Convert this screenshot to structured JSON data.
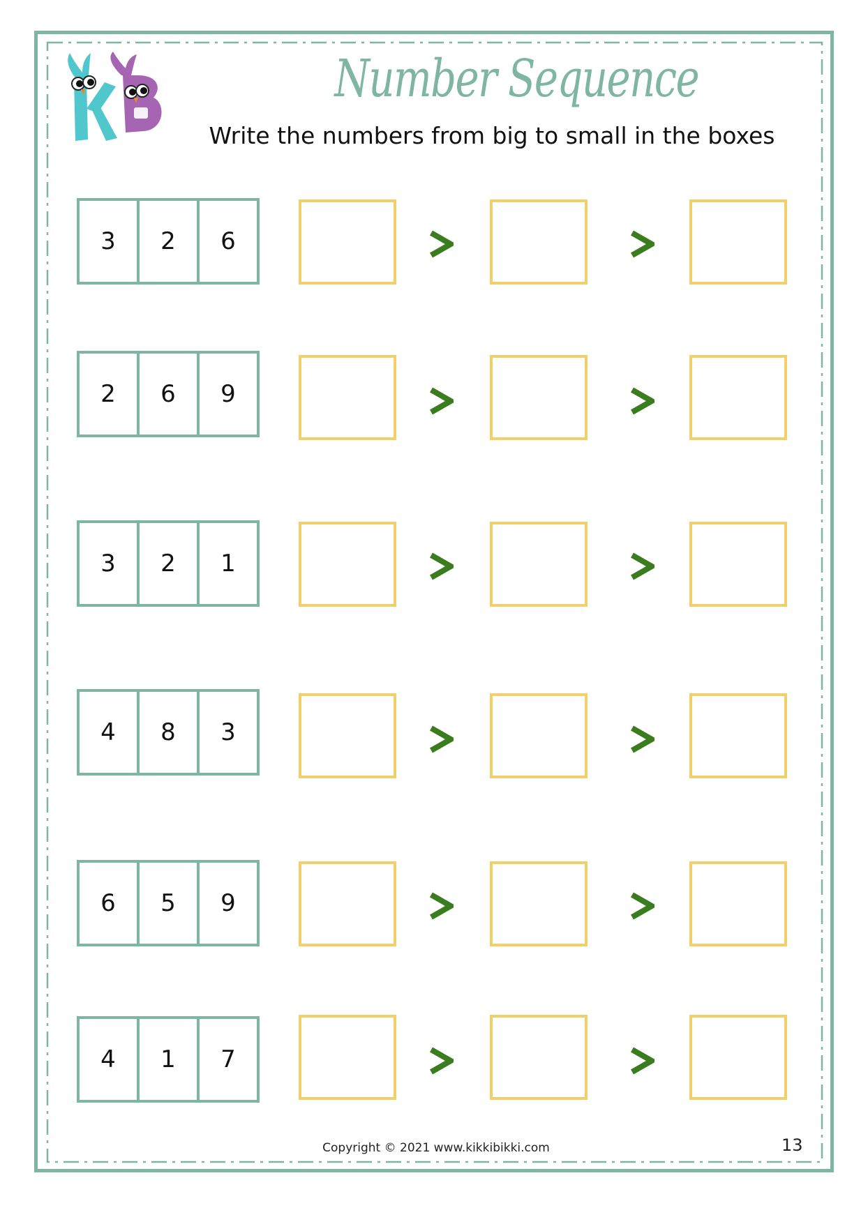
{
  "header": {
    "title": "Number Sequence",
    "subtitle": "Write the numbers from big to small in the boxes"
  },
  "rows": [
    {
      "numbers": [
        "3",
        "2",
        "6"
      ]
    },
    {
      "numbers": [
        "2",
        "6",
        "9"
      ]
    },
    {
      "numbers": [
        "3",
        "2",
        "1"
      ]
    },
    {
      "numbers": [
        "4",
        "8",
        "3"
      ]
    },
    {
      "numbers": [
        "6",
        "5",
        "9"
      ]
    },
    {
      "numbers": [
        "4",
        "1",
        "7"
      ]
    }
  ],
  "footer": {
    "copyright": "Copyright © 2021 www.kikkibikki.com",
    "page_number": "13"
  },
  "colors": {
    "border": "#7fb5a3",
    "answer_box": "#f1cf6a",
    "arrow": "#3a7d1e",
    "logo_k": "#4fc7cc",
    "logo_b": "#a565b3"
  },
  "icons": [
    "kb-logo-icon",
    "greater-than-icon"
  ]
}
